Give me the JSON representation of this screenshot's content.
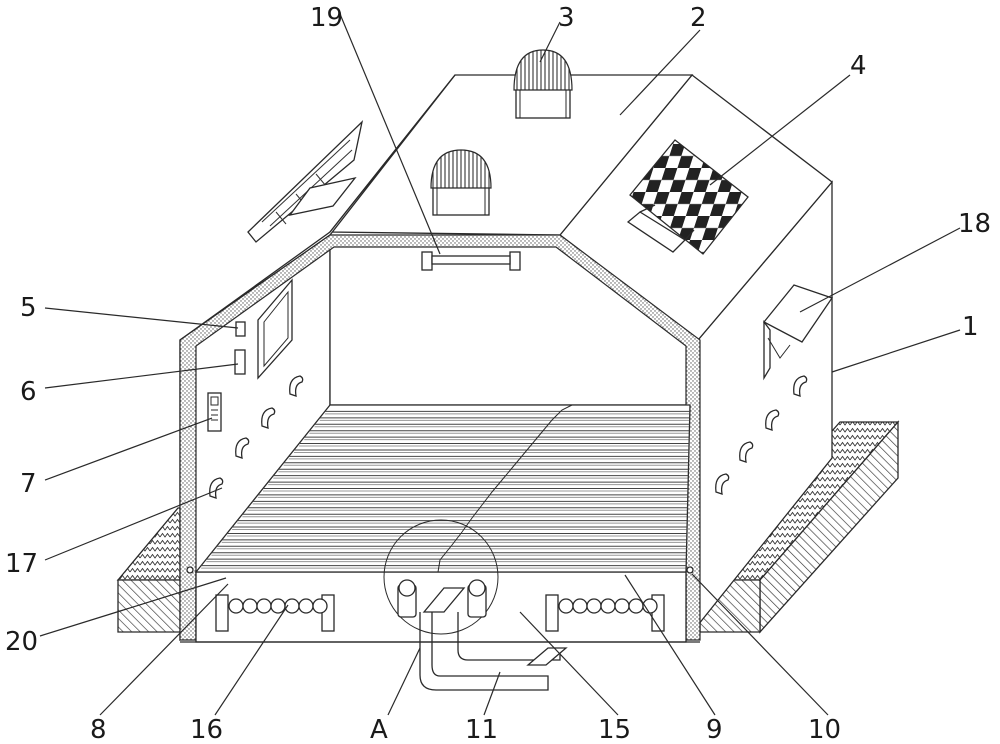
{
  "labels": [
    {
      "id": "1",
      "text": "1"
    },
    {
      "id": "2",
      "text": "2"
    },
    {
      "id": "3",
      "text": "3"
    },
    {
      "id": "4",
      "text": "4"
    },
    {
      "id": "5",
      "text": "5"
    },
    {
      "id": "6",
      "text": "6"
    },
    {
      "id": "7",
      "text": "7"
    },
    {
      "id": "8",
      "text": "8"
    },
    {
      "id": "9",
      "text": "9"
    },
    {
      "id": "10",
      "text": "10"
    },
    {
      "id": "11",
      "text": "11"
    },
    {
      "id": "15",
      "text": "15"
    },
    {
      "id": "16",
      "text": "16"
    },
    {
      "id": "17",
      "text": "17"
    },
    {
      "id": "18",
      "text": "18"
    },
    {
      "id": "19",
      "text": "19"
    },
    {
      "id": "20",
      "text": "20"
    },
    {
      "id": "A",
      "text": "A"
    }
  ]
}
